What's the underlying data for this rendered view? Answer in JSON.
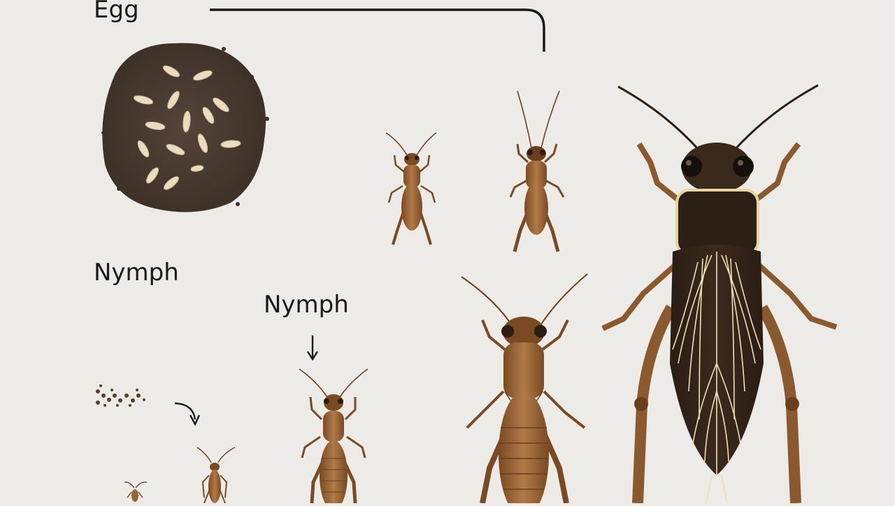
{
  "labels": {
    "egg": "Egg",
    "nymph_left": "Nymph",
    "nymph_center": "Nymph"
  },
  "colors": {
    "background": "#ecebe8",
    "soil": "#4a3b2e",
    "egg": "#eadcbf",
    "nymph_body": "#9a6433",
    "nymph_dark": "#6b3f1c",
    "adult_head": "#3a2a1c",
    "adult_wing_vein": "#efe1b5",
    "line": "#1a1a1a"
  },
  "icons": [
    "down-arrow-icon",
    "curved-arrow-icon",
    "connector-line-icon"
  ],
  "stages": [
    "egg-cluster",
    "tiny-nymph",
    "young-nymph",
    "mid-nymph",
    "late-nymph",
    "adult-cricket"
  ]
}
